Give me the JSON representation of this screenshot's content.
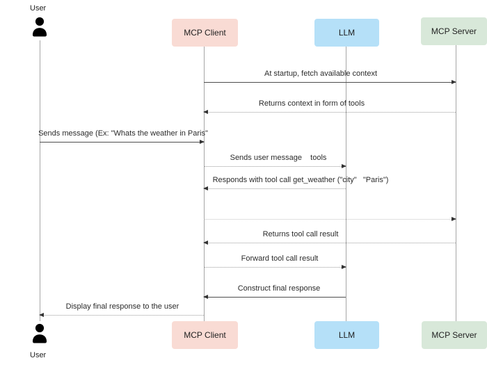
{
  "diagram": {
    "type": "sequence",
    "actors": [
      {
        "id": "user",
        "label": "User",
        "kind": "person",
        "color": "#000000"
      },
      {
        "id": "mcp_client",
        "label": "MCP Client",
        "kind": "box",
        "color": "#f9dbd4"
      },
      {
        "id": "llm",
        "label": "LLM",
        "kind": "box",
        "color": "#b5e0f8"
      },
      {
        "id": "mcp_server",
        "label": "MCP Server",
        "kind": "box",
        "color": "#d8e8d9"
      }
    ],
    "messages": [
      {
        "label": "At startup, fetch available context",
        "from": "MCP Client",
        "to": "MCP Server",
        "line_style": "solid"
      },
      {
        "label": "Returns context in form of tools",
        "from": "MCP Server",
        "to": "MCP Client",
        "line_style": "dotted"
      },
      {
        "label": "Sends message (Ex: \"Whats the weather in Paris\"",
        "from": "User",
        "to": "MCP Client",
        "line_style": "solid"
      },
      {
        "label": "Sends user message    tools",
        "from": "MCP Client",
        "to": "LLM",
        "line_style": "dotted"
      },
      {
        "label": "Responds with tool call get_weather (\"city\"   \"Paris\")",
        "from": "LLM",
        "to": "MCP Client",
        "line_style": "dotted"
      },
      {
        "label": "",
        "from": "MCP Client",
        "to": "MCP Server",
        "line_style": "dotted"
      },
      {
        "label": "Returns tool call result",
        "from": "MCP Server",
        "to": "MCP Client",
        "line_style": "dotted"
      },
      {
        "label": "Forward tool call result",
        "from": "MCP Client",
        "to": "LLM",
        "line_style": "dotted"
      },
      {
        "label": "Construct final response",
        "from": "LLM",
        "to": "MCP Client",
        "line_style": "solid"
      },
      {
        "label": "Display final response to the user",
        "from": "MCP Client",
        "to": "User",
        "line_style": "dotted"
      }
    ]
  }
}
